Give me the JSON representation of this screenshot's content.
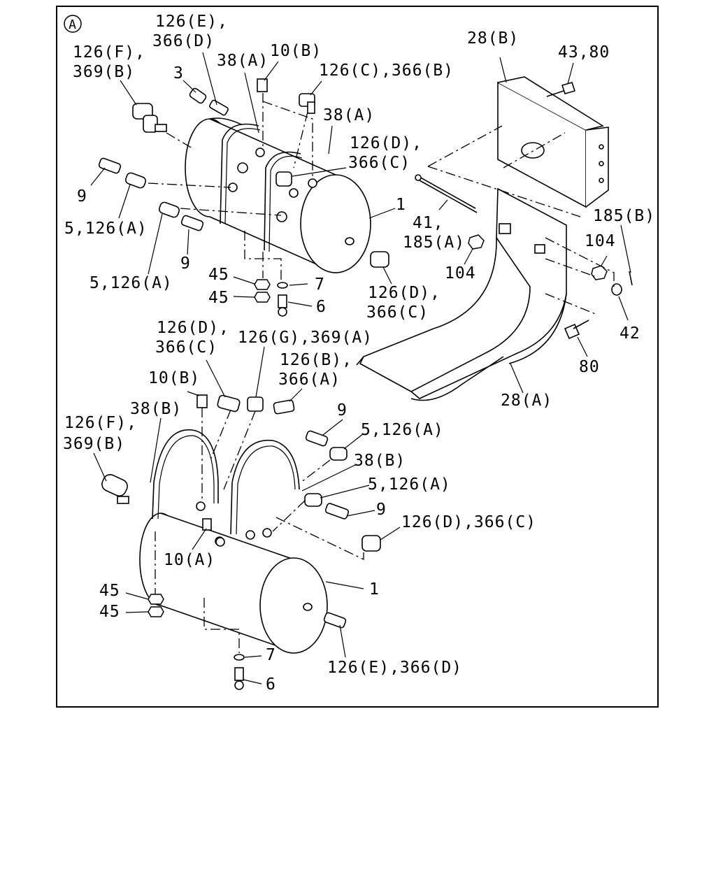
{
  "diagram": {
    "section_marker": "A",
    "labels": {
      "u_126e_366d_a": "126(E),",
      "u_126e_366d_b": "366(D)",
      "u_126f_369b_a": "126(F),",
      "u_126f_369b_b": "369(B)",
      "u_3": "3",
      "u_38a_1": "38(A)",
      "u_10b": "10(B)",
      "u_126c_366b": "126(C),366(B)",
      "u_38a_2": "38(A)",
      "u_126d_366c_a": "126(D),",
      "u_126d_366c_b": "366(C)",
      "u_9a": "9",
      "u_5_126a_1": "5,126(A)",
      "u_1": "1",
      "u_9b": "9",
      "u_5_126a_2": "5,126(A)",
      "u_45a": "45",
      "u_7": "7",
      "u_45b": "45",
      "u_6": "6",
      "u_126d_366c_2a": "126(D),",
      "u_126d_366c_2b": "366(C)",
      "b_28b": "28(B)",
      "b_43_80": "43,80",
      "b_41": "41,",
      "b_185a": "185(A)",
      "b_185b": "185(B)",
      "b_104a": "104",
      "b_104b": "104",
      "b_42": "42",
      "b_80": "80",
      "b_28a": "28(A)",
      "l_126d_366c_a": "126(D),",
      "l_126d_366c_b": "366(C)",
      "l_126g_369a": "126(G),369(A)",
      "l_126b_366a_a": "126(B),",
      "l_126b_366a_b": "366(A)",
      "l_10b": "10(B)",
      "l_38b_1": "38(B)",
      "l_126f_369b_a": "126(F),",
      "l_126f_369b_b": "369(B)",
      "l_9a": "9",
      "l_5_126a_1": "5,126(A)",
      "l_38b_2": "38(B)",
      "l_5_126a_2": "5,126(A)",
      "l_9b": "9",
      "l_126d_366c_3": "126(D),366(C)",
      "l_10a": "10(A)",
      "l_1": "1",
      "l_45a": "45",
      "l_45b": "45",
      "l_7": "7",
      "l_6": "6",
      "l_126e_366d": "126(E),366(D)"
    }
  }
}
